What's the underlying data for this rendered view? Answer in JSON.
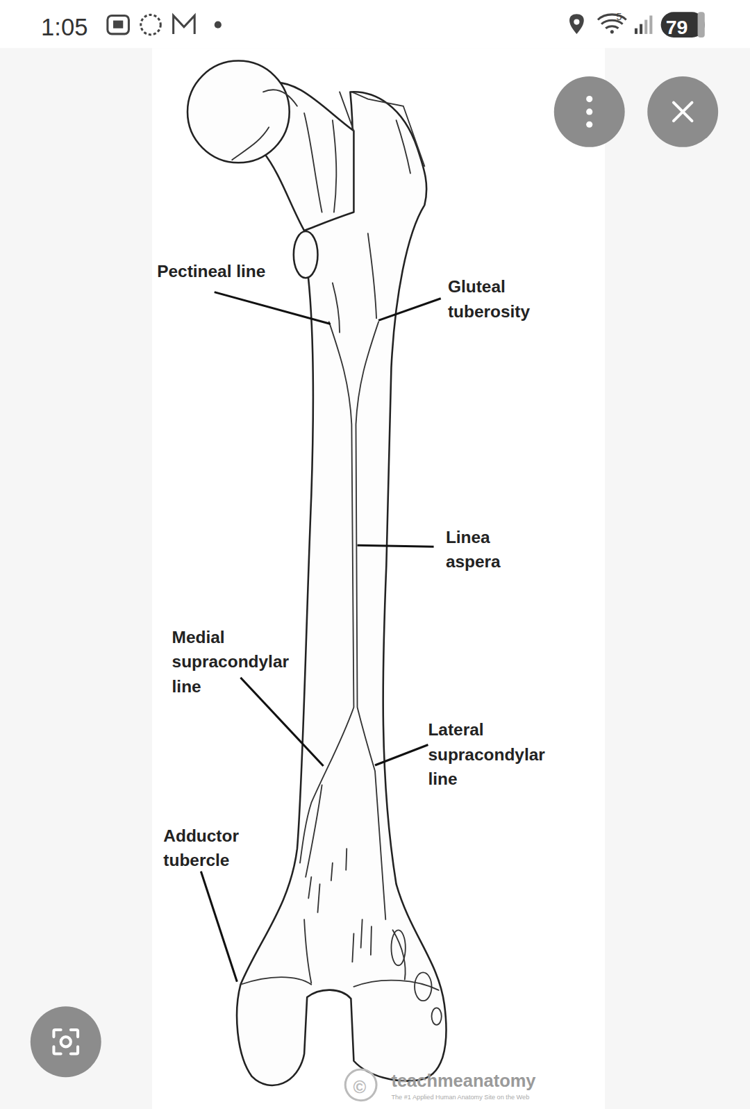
{
  "diagram": {
    "labels": [
      "1:05",
      "5",
      "79",
      "Pectineal line",
      "Gluteal tuberosity",
      "Linea aspera",
      "Medial supracondylar line",
      "Lateral supracondylar line",
      "Adductor tubercle",
      "©",
      "teachmeanatomy",
      "The #1 Applied Human Anatomy Site on the Web"
    ]
  }
}
